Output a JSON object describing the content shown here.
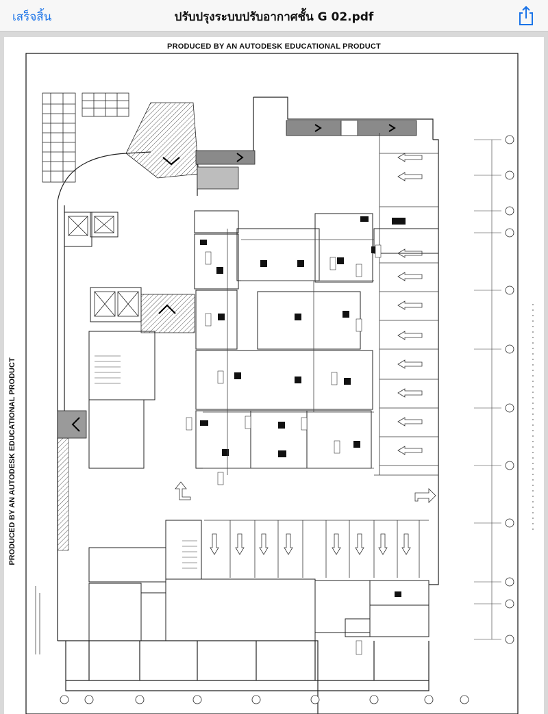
{
  "navbar": {
    "done_label": "เสร็จสิ้น",
    "title": "ปรับปรุงระบบปรับอากาศชั้น G 02.pdf",
    "share_icon": "share-icon",
    "accent_color": "#1a73e8"
  },
  "document": {
    "watermark_top": "PRODUCED BY AN AUTODESK EDUCATIONAL PRODUCT",
    "watermark_left": "PRODUCED BY AN AUTODESK EDUCATIONAL PRODUCT"
  }
}
